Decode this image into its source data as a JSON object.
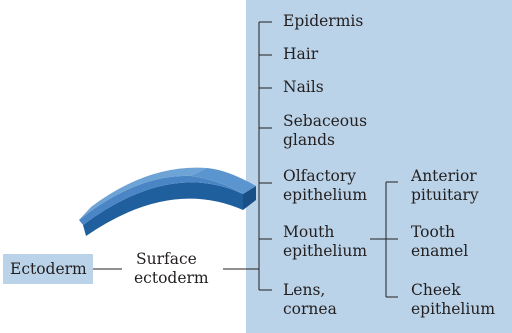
{
  "root": {
    "label": "Ectoderm"
  },
  "intermediate": {
    "line1": "Surface",
    "line2": "ectoderm"
  },
  "derivatives": [
    {
      "line1": "Epidermis"
    },
    {
      "line1": "Hair"
    },
    {
      "line1": "Nails"
    },
    {
      "line1": "Sebaceous",
      "line2": "glands"
    },
    {
      "line1": "Olfactory",
      "line2": "epithelium"
    },
    {
      "line1": "Mouth",
      "line2": "epithelium"
    },
    {
      "line1": "Lens,",
      "line2": "cornea"
    }
  ],
  "mouth_derivatives": [
    {
      "line1": "Anterior",
      "line2": "pituitary"
    },
    {
      "line1": "Tooth",
      "line2": "enamel"
    },
    {
      "line1": "Cheek",
      "line2": "epithelium"
    }
  ],
  "colors": {
    "panel": "#bad3e8",
    "sheet_top": "#4a86c5",
    "sheet_edge": "#1f5f9e"
  }
}
